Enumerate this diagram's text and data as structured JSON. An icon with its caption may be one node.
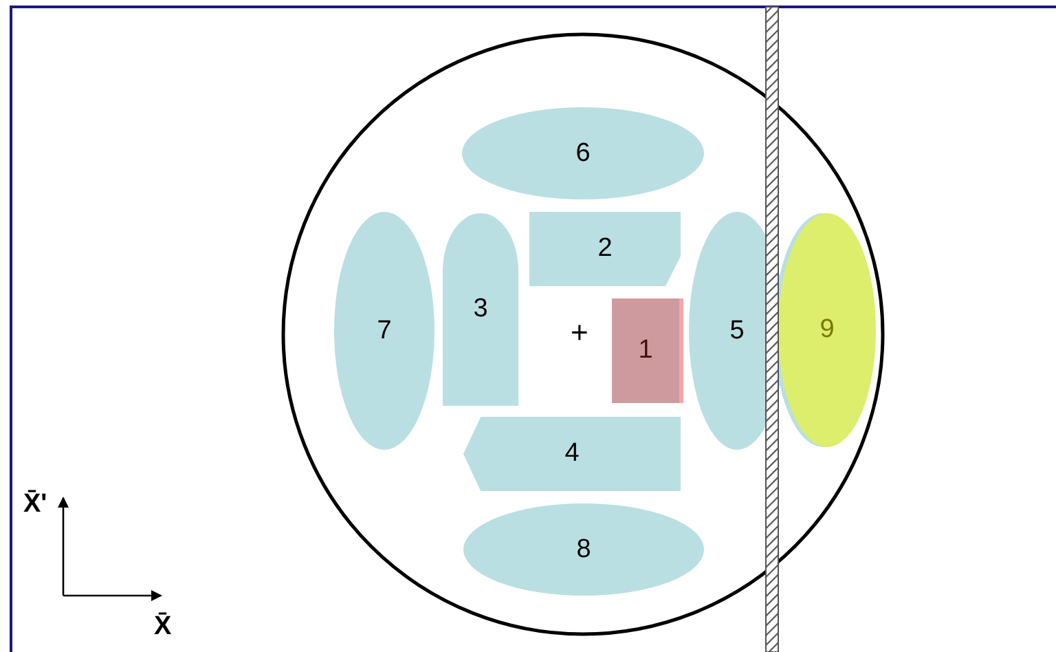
{
  "diagram": {
    "nodes": [
      {
        "text": [
          "6"
        ]
      },
      {
        "text": [
          "2"
        ]
      },
      {
        "text": [
          "7"
        ]
      },
      {
        "text": [
          "3"
        ]
      },
      {
        "text": [
          "1"
        ]
      },
      {
        "text": [
          "5"
        ]
      },
      {
        "text": [
          "9"
        ]
      },
      {
        "text": [
          "4"
        ]
      },
      {
        "text": [
          "8"
        ]
      }
    ],
    "edges": [],
    "labels": [
      "+",
      "X̄'",
      "X̄"
    ]
  }
}
